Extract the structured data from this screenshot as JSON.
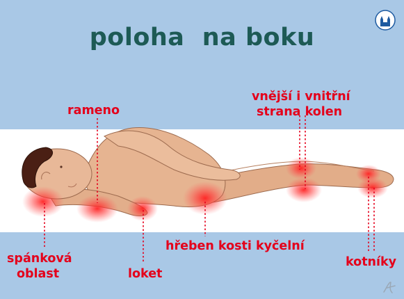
{
  "title": "poloha  na boku",
  "labels": {
    "shoulder": "rameno",
    "knees_line1": "vnější i vnitřní",
    "knees_line2": "strana kolen",
    "temple_line1": "spánková",
    "temple_line2": "oblast",
    "elbow": "loket",
    "hip": "hřeben kosti kyčelní",
    "ankles": "kotníky"
  },
  "colors": {
    "background": "#a9c8e6",
    "band": "#ffffff",
    "title": "#1d5a55",
    "label": "#e4001b",
    "skin": "#e6b491",
    "hair": "#4a1f14",
    "pressure_glow": "#ff2a2a"
  },
  "icons": {
    "logo": "church-logo-icon",
    "signature": "signature-icon"
  }
}
